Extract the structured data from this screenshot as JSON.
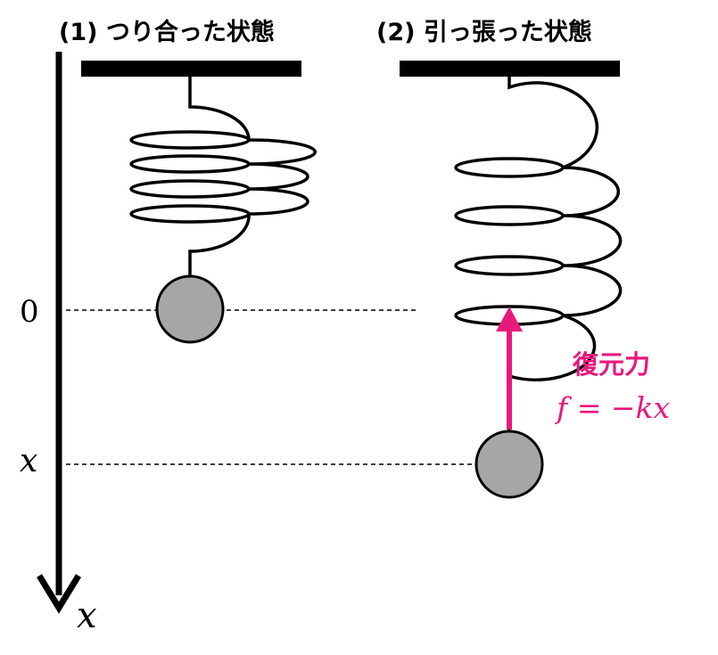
{
  "panels": [
    {
      "title": "(1) つり合った状態"
    },
    {
      "title": "(2) 引っ張った状態"
    }
  ],
  "axis": {
    "name": "x",
    "zero_label": "0",
    "x_label": "x"
  },
  "force": {
    "name": "復元力",
    "equation": "f = −kx",
    "color": "#e8197d"
  },
  "colors": {
    "ball_fill": "#a6a6a6",
    "ink": "#000000"
  }
}
